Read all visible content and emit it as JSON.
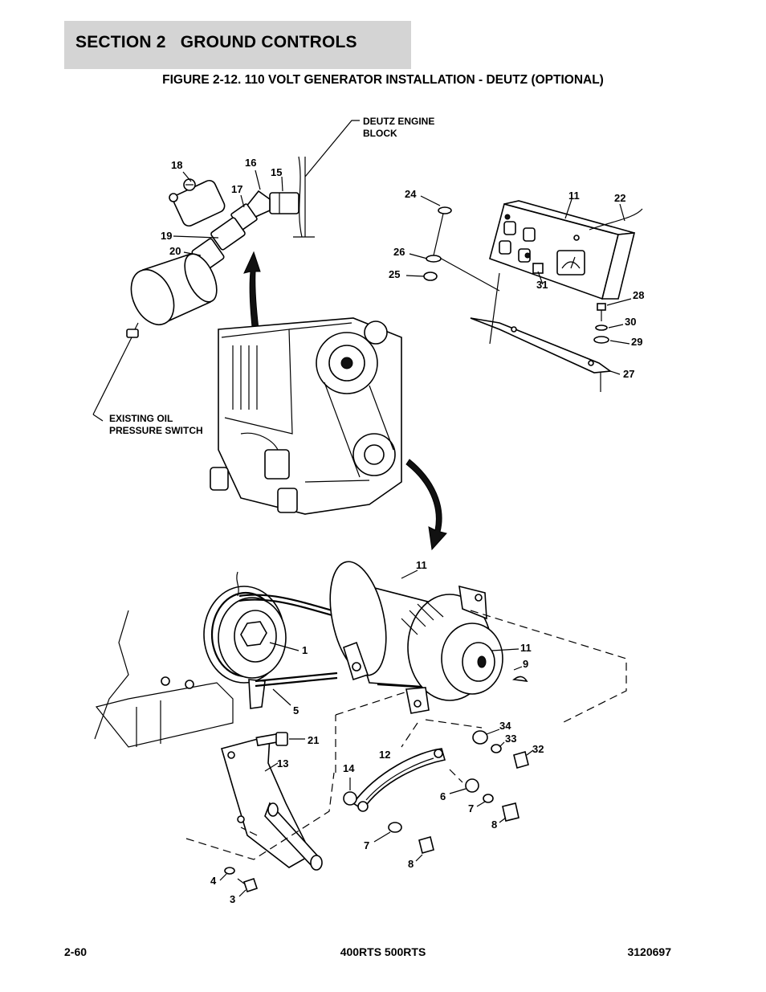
{
  "header": {
    "section_title": "SECTION 2   GROUND CONTROLS",
    "figure_title": "FIGURE 2-12. 110 VOLT GENERATOR INSTALLATION - DEUTZ (OPTIONAL)"
  },
  "callouts": {
    "engine_block_1": "DEUTZ ENGINE",
    "engine_block_2": "BLOCK",
    "oil_switch_1": "EXISTING OIL",
    "oil_switch_2": "PRESSURE SWITCH"
  },
  "part_labels": {
    "p1": "1",
    "p3": "3",
    "p4": "4",
    "p5": "5",
    "p6": "6",
    "p7a": "7",
    "p7b": "7",
    "p8a": "8",
    "p8b": "8",
    "p9": "9",
    "p11a": "11",
    "p11b": "11",
    "p11c": "11",
    "p12": "12",
    "p13": "13",
    "p14": "14",
    "p15": "15",
    "p16": "16",
    "p17": "17",
    "p18": "18",
    "p19": "19",
    "p20": "20",
    "p21": "21",
    "p22": "22",
    "p24": "24",
    "p25": "25",
    "p26": "26",
    "p27": "27",
    "p28": "28",
    "p29": "29",
    "p30": "30",
    "p31": "31",
    "p32": "32",
    "p33": "33",
    "p34": "34"
  },
  "footer": {
    "page_number": "2-60",
    "model": "400RTS 500RTS",
    "part_number": "3120697"
  }
}
